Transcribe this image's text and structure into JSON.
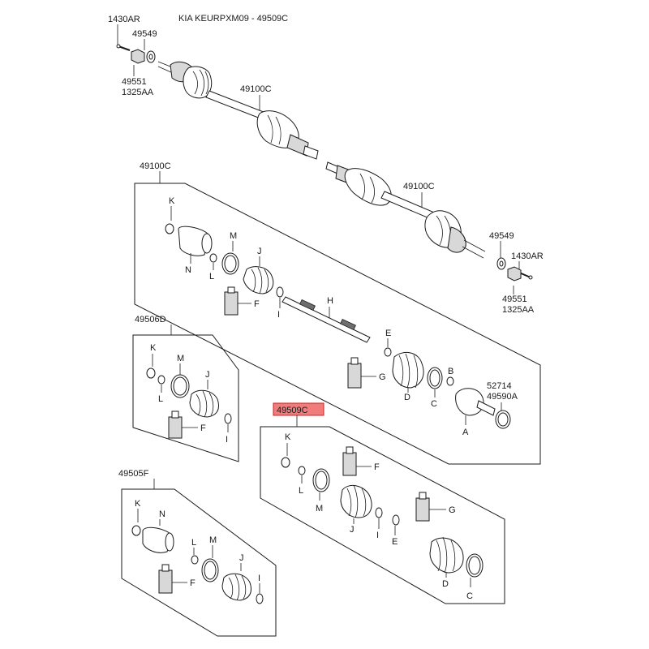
{
  "header": {
    "title": "KIA KEURPXM09 - 49509C"
  },
  "highlight_color": "#f07c7c",
  "top_shaft": {
    "labels": {
      "p1430ar": "1430AR",
      "p49549": "49549",
      "p49551": "49551",
      "p1325aa": "1325AA",
      "shaft": "49100C"
    }
  },
  "right_shaft": {
    "labels": {
      "shaft": "49100C",
      "p49549": "49549",
      "p1430ar": "1430AR",
      "p49551": "49551",
      "p1325aa": "1325AA"
    }
  },
  "panel_49100c": {
    "code": "49100C",
    "letters": {
      "K": "K",
      "N": "N",
      "L": "L",
      "M": "M",
      "J": "J",
      "F": "F",
      "I": "I",
      "H": "H",
      "E": "E",
      "G": "G",
      "D": "D",
      "C": "C",
      "B": "B",
      "A": "A"
    },
    "extra": {
      "p52714": "52714",
      "p49590a": "49590A"
    }
  },
  "panel_49506d": {
    "code": "49506D",
    "letters": {
      "K": "K",
      "M": "M",
      "J": "J",
      "L": "L",
      "F": "F",
      "I": "I"
    }
  },
  "panel_49509c": {
    "code": "49509C",
    "letters": {
      "K": "K",
      "F": "F",
      "L": "L",
      "M": "M",
      "G": "G",
      "J": "J",
      "I": "I",
      "E": "E",
      "D": "D",
      "C": "C"
    }
  },
  "panel_49505f": {
    "code": "49505F",
    "letters": {
      "K": "K",
      "N": "N",
      "L": "L",
      "M": "M",
      "J": "J",
      "F": "F",
      "I": "I"
    }
  }
}
